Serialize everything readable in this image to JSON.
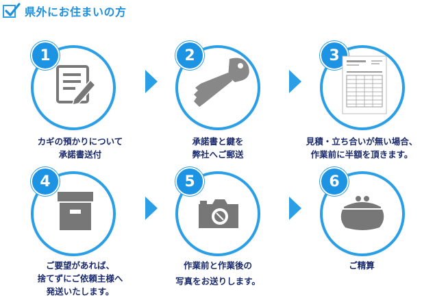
{
  "header": {
    "title": "県外にお住まいの方"
  },
  "colors": {
    "accent": "#2a9fe6",
    "badge": "#1d93e3",
    "caption": "#1a2a6c",
    "icon": "#777777"
  },
  "steps": [
    {
      "number": "1",
      "icon": "document-pen-icon",
      "caption_lines": [
        "カギの預かりについて",
        "承諾書送付"
      ]
    },
    {
      "number": "2",
      "icon": "key-icon",
      "caption_lines": [
        "承諾書と鍵を",
        "弊社へご郵送"
      ]
    },
    {
      "number": "3",
      "icon": "estimate-sheet-icon",
      "caption_lines": [
        "見積・立ち合いが無い場合、",
        "作業前に半額を頂きます。"
      ]
    },
    {
      "number": "4",
      "icon": "storage-box-icon",
      "caption_lines": [
        "ご要望があれば、",
        "捨てずにご依頼主様へ",
        "発送いたします。"
      ]
    },
    {
      "number": "5",
      "icon": "camera-icon",
      "caption_lines": [
        "作業前と作業後の",
        "写真をお送りします。"
      ]
    },
    {
      "number": "6",
      "icon": "coin-purse-icon",
      "caption_lines": [
        "ご精算"
      ]
    }
  ]
}
